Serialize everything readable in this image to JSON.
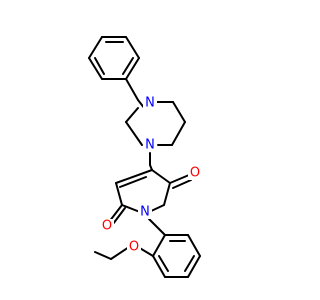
{
  "molecule": {
    "atoms": [
      {
        "id": "n-piperazine-top",
        "symbol": "N",
        "color": "#0000ff"
      },
      {
        "id": "n-piperazine-bottom",
        "symbol": "N",
        "color": "#0000ff"
      },
      {
        "id": "n-maleimide",
        "symbol": "N",
        "color": "#0000ff"
      },
      {
        "id": "o-carbonyl-right",
        "symbol": "O",
        "color": "#ff0000"
      },
      {
        "id": "o-carbonyl-left",
        "symbol": "O",
        "color": "#ff0000"
      },
      {
        "id": "o-methoxy",
        "symbol": "O",
        "color": "#ff0000"
      }
    ]
  }
}
